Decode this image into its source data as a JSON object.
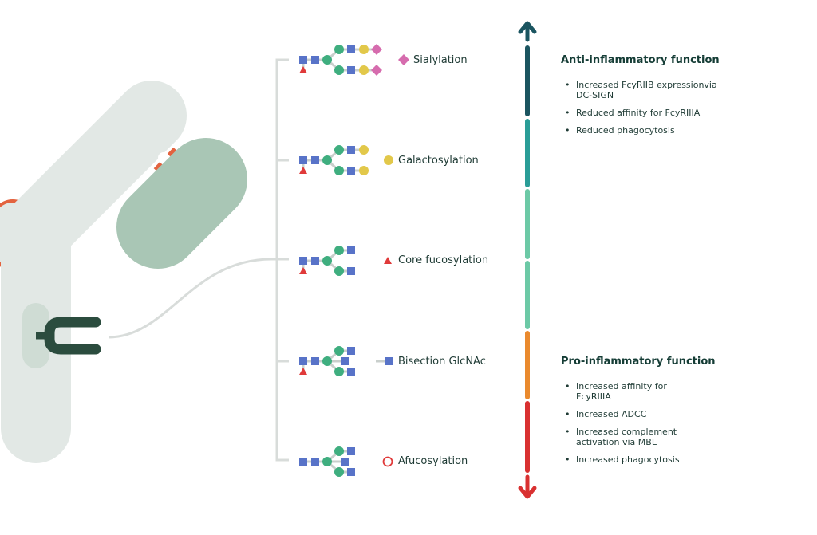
{
  "glycoforms": [
    {
      "label": "Sialylation",
      "marker_icon": "sialic-acid-diamond-icon"
    },
    {
      "label": "Galactosylation",
      "marker_icon": "galactose-circle-icon"
    },
    {
      "label": "Core fucosylation",
      "marker_icon": "fucose-triangle-icon"
    },
    {
      "label": "Bisection GlcNAc",
      "marker_icon": "glcnac-square-icon"
    },
    {
      "label": "Afucosylation",
      "marker_icon": "empty-circle-icon"
    }
  ],
  "anti_inflammatory": {
    "title": "Anti-inflammatory function",
    "items": [
      "Increased FcyRIIB expressionvia DC-SIGN",
      "Reduced affinity for FcyRIIIA",
      "Reduced phagocytosis"
    ]
  },
  "pro_inflammatory": {
    "title": "Pro-inflammatory function",
    "items": [
      "Increased affinity for FcyRIIIA",
      "Increased ADCC",
      "Increased complement activation via MBL",
      "Increased phagocytosis"
    ]
  },
  "colors": {
    "antibody_light": "#e2e8e5",
    "antibody_fab": "#a9c6b5",
    "hinge": "#e3633f",
    "glycan_mark": "#2b4c3e",
    "glcnac": "#5873c8",
    "mannose": "#3fae7f",
    "galactose": "#e2c84a",
    "sialic_acid": "#d66cae",
    "fucose": "#e03a3a",
    "connector": "#d8dcda",
    "scale": [
      "#1b5560",
      "#2a9d97",
      "#6cc9a6",
      "#6cc9a6",
      "#ea8a2e",
      "#d93131"
    ]
  }
}
